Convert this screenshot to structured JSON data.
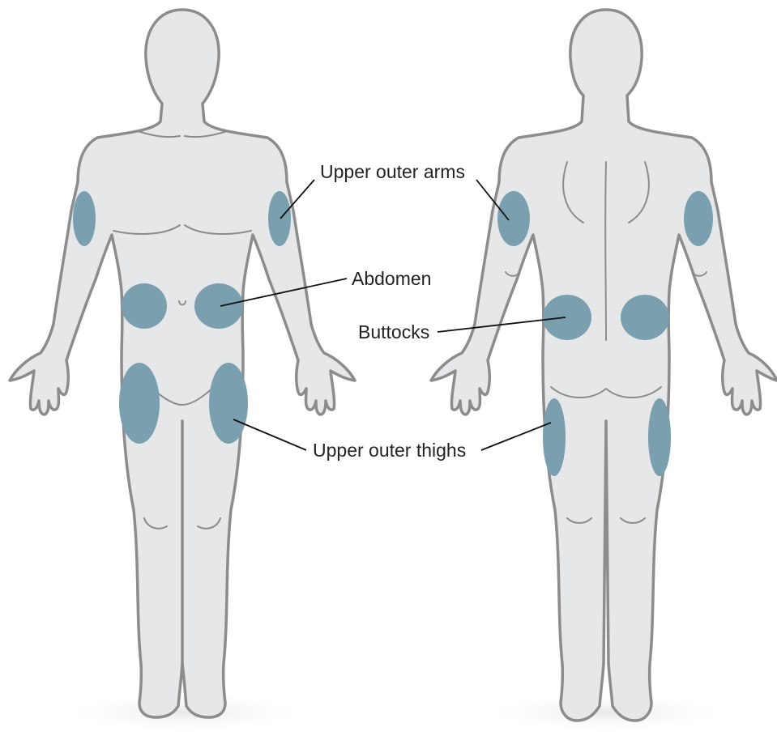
{
  "labels": {
    "arms": "Upper outer arms",
    "abdomen": "Abdomen",
    "buttocks": "Buttocks",
    "thighs": "Upper outer thighs"
  },
  "colors": {
    "body_fill": "#e6e7e8",
    "body_stroke": "#8c8c8c",
    "site_fill": "#7a9faf",
    "shadow": "#eeeeee",
    "text": "#222222",
    "leader": "#111111"
  }
}
